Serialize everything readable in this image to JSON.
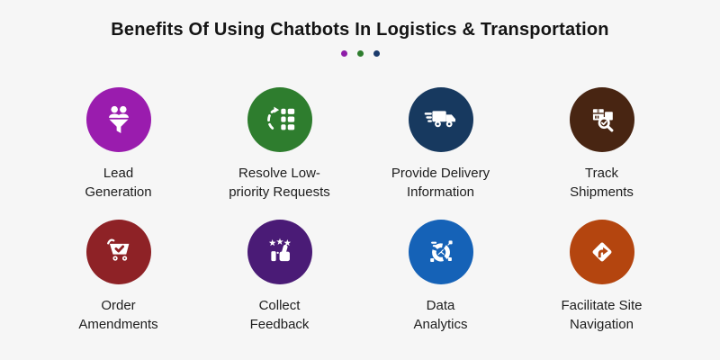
{
  "header": {
    "title": "Benefits Of Using Chatbots In Logistics & Transportation",
    "divider_dots": [
      {
        "name": "purple-dot",
        "color": "#8e1da8"
      },
      {
        "name": "green-dot",
        "color": "#2e7d2e"
      },
      {
        "name": "navy-dot",
        "color": "#1a3a6b"
      }
    ]
  },
  "benefits": [
    {
      "label": "Lead\nGeneration",
      "icon": "lead-generation-funnel-icon",
      "color": "#9a1cae"
    },
    {
      "label": "Resolve Low-\npriority Requests",
      "icon": "recurring-requests-icon",
      "color": "#2e7d2e"
    },
    {
      "label": "Provide Delivery\nInformation",
      "icon": "delivery-truck-icon",
      "color": "#17395f"
    },
    {
      "label": "Track\nShipments",
      "icon": "package-search-icon",
      "color": "#482512"
    },
    {
      "label": "Order\nAmendments",
      "icon": "cart-check-icon",
      "color": "#8e2226"
    },
    {
      "label": "Collect\nFeedback",
      "icon": "thumbs-up-stars-icon",
      "color": "#4a1b76"
    },
    {
      "label": "Data\nAnalytics",
      "icon": "donut-chart-icon",
      "color": "#1562b7"
    },
    {
      "label": "Facilitate Site\nNavigation",
      "icon": "turn-right-sign-icon",
      "color": "#b4450f"
    }
  ],
  "colors": {
    "background": "#f6f6f6",
    "title_text": "#141414",
    "label_text": "#1d1d1d"
  }
}
